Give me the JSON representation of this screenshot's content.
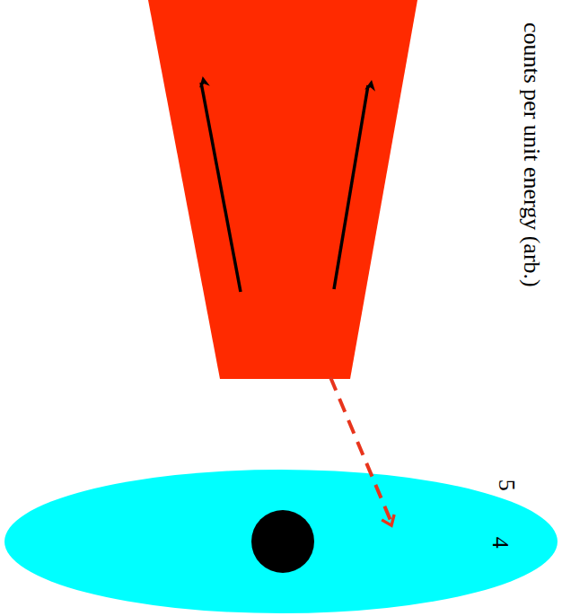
{
  "diagram": {
    "labels": [
      "counts per unit energy (arb.)",
      "4",
      "5"
    ]
  }
}
